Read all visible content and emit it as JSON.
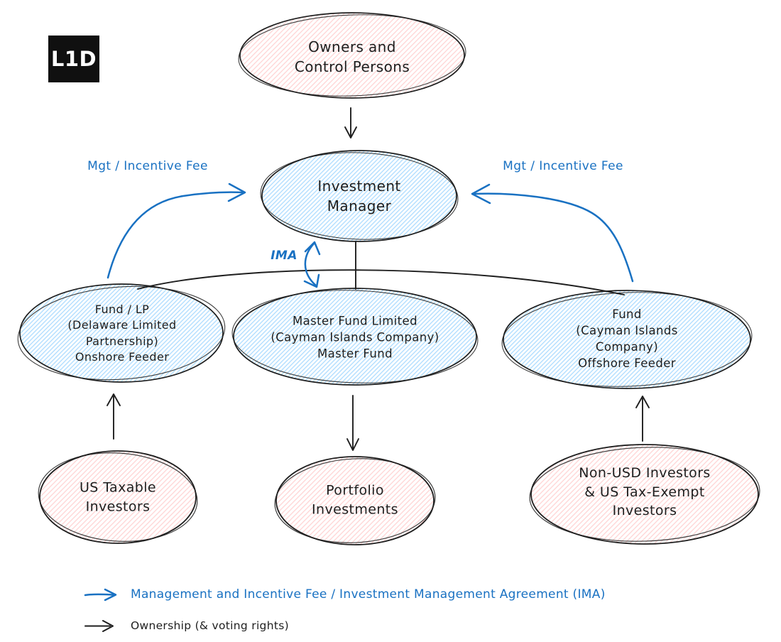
{
  "logo": {
    "text": "L1D"
  },
  "colors": {
    "ink_black": "#1e1e1e",
    "accent_blue": "#1971c2",
    "pink_fill": "#ffc9c9",
    "blue_fill": "#a5d8ff",
    "background": "#ffffff",
    "logo_bg": "#101010"
  },
  "nodes": {
    "owners": {
      "label": "Owners and\nControl Persons",
      "fill": "pink"
    },
    "investment_manager": {
      "label": "Investment\nManager",
      "fill": "blue"
    },
    "onshore_feeder": {
      "label": "Fund / LP\n(Delaware Limited\nPartnership)\nOnshore Feeder",
      "fill": "blue"
    },
    "master_fund": {
      "label": "Master Fund Limited\n(Cayman Islands Company)\nMaster Fund",
      "fill": "blue"
    },
    "offshore_feeder": {
      "label": "Fund\n(Cayman Islands Company)\nOffshore Feeder",
      "fill": "blue"
    },
    "us_taxable_investors": {
      "label": "US Taxable\nInvestors",
      "fill": "pink"
    },
    "portfolio_investments": {
      "label": "Portfolio\nInvestments",
      "fill": "pink"
    },
    "non_usd_investors": {
      "label": "Non-USD Investors\n& US Tax-Exempt\nInvestors",
      "fill": "pink"
    }
  },
  "edge_labels": {
    "mgt_fee_left": "Mgt / Incentive Fee",
    "mgt_fee_right": "Mgt / Incentive Fee",
    "ima": "IMA"
  },
  "edges": [
    {
      "from": "owners",
      "to": "investment_manager",
      "color": "black",
      "arrow": "single"
    },
    {
      "from": "investment_manager",
      "to": "master_fund",
      "color": "black",
      "arrow": "none"
    },
    {
      "from": "onshore_feeder",
      "to": "offshore_feeder",
      "color": "black",
      "arrow": "none"
    },
    {
      "from": "onshore_feeder",
      "to": "investment_manager",
      "color": "blue",
      "arrow": "single",
      "label": "Mgt / Incentive Fee"
    },
    {
      "from": "offshore_feeder",
      "to": "investment_manager",
      "color": "blue",
      "arrow": "single",
      "label": "Mgt / Incentive Fee"
    },
    {
      "from": "investment_manager",
      "to": "master_fund",
      "color": "blue",
      "arrow": "double",
      "label": "IMA"
    },
    {
      "from": "us_taxable_investors",
      "to": "onshore_feeder",
      "color": "black",
      "arrow": "single"
    },
    {
      "from": "master_fund",
      "to": "portfolio_investments",
      "color": "black",
      "arrow": "single"
    },
    {
      "from": "non_usd_investors",
      "to": "offshore_feeder",
      "color": "black",
      "arrow": "single"
    }
  ],
  "legend": {
    "fee_arrow": "Management and Incentive Fee / Investment Management Agreement (IMA)",
    "ownership_arrow": "Ownership (& voting rights)"
  }
}
